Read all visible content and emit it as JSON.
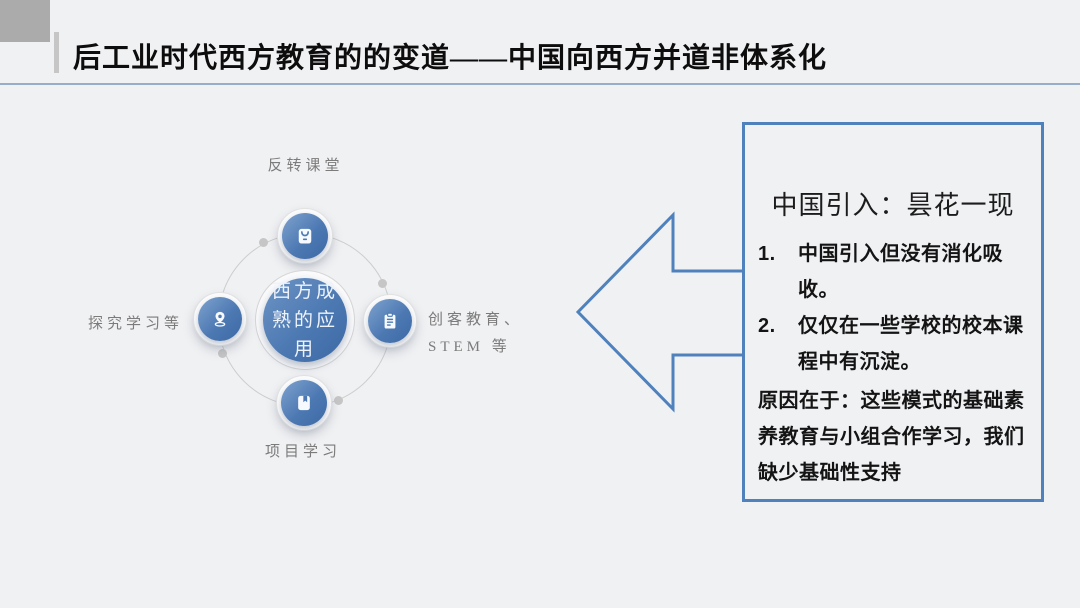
{
  "header": {
    "title": "后工业时代西方教育的的变道——中国向西方并道非体系化"
  },
  "diagram": {
    "center_label": "西方成熟的应用",
    "labels": {
      "top": "反转课堂",
      "left": "探究学习等",
      "right": "创客教育、STEM 等",
      "bottom": "项目学习"
    },
    "icons": {
      "top": "bag-icon",
      "left": "map-pin-icon",
      "right": "clipboard-icon",
      "bottom": "bookmark-icon"
    }
  },
  "callout": {
    "heading": "中国引入：昙花一现",
    "items": [
      {
        "num": "1.",
        "text": "中国引入但没有消化吸收。"
      },
      {
        "num": "2.",
        "text": "仅仅在一些学校的校本课程中有沉淀。"
      }
    ],
    "reason": "原因在于：这些模式的基础素养教育与小组合作学习，我们缺少基础性支持"
  },
  "colors": {
    "accent_blue": "#4f81bd",
    "node_blue": "#4d79b3",
    "label_gray": "#7b7b7b",
    "header_rule": "#97adca",
    "background": "#f0f1f3"
  }
}
